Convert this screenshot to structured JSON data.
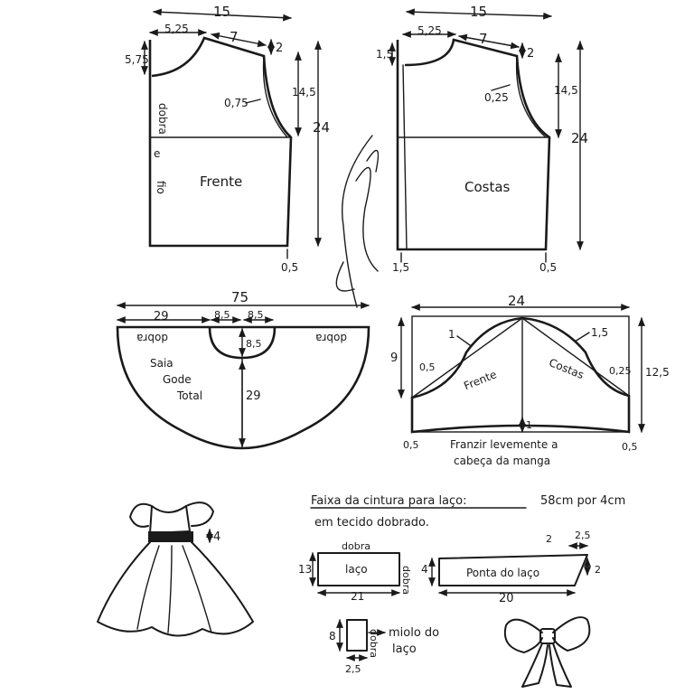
{
  "front_bodice": {
    "label": "Frente",
    "fold_label": "dobra",
    "grain_label_1": "e",
    "grain_label_2": "fio",
    "width": "15",
    "neck_width": "5,25",
    "shoulder": "7",
    "shoulder_drop": "2",
    "neck_depth": "5,75",
    "armhole_depth": "14,5",
    "total_length": "24",
    "armhole_curve": "0,75",
    "side_extra": "0,5"
  },
  "back_bodice": {
    "label": "Costas",
    "width": "15",
    "neck_width": "5,25",
    "shoulder": "7",
    "shoulder_drop": "2",
    "neck_depth": "1,5",
    "armhole_depth": "14,5",
    "total_length": "24",
    "armhole_curve": "0,25",
    "center_extra": "1,5",
    "side_extra": "0,5"
  },
  "skirt": {
    "label_line1": "Saia",
    "label_line2": "Gode",
    "label_line3": "Total",
    "total_width": "75",
    "left_width": "29",
    "waist_left": "8,5",
    "waist_right": "8,5",
    "waist_depth": "8,5",
    "length": "29",
    "fold_left": "dobra",
    "fold_right": "dobra"
  },
  "sleeve": {
    "width": "24",
    "cap_height": "9",
    "length": "12,5",
    "front_label": "Frente",
    "back_label": "Costas",
    "front_curve": "1",
    "back_curve": "1,5",
    "front_small": "0,5",
    "back_small": "0,25",
    "hem_rise": "1",
    "hem_left": "0,5",
    "hem_right": "0,5",
    "note_line1": "Franzir levemente a",
    "note_line2": "cabeça da manga"
  },
  "waistband": {
    "title": "Faixa da cintura para laço:",
    "size": "58cm por 4cm",
    "line2": "em tecido dobrado.",
    "dress_band_height": "4"
  },
  "bow": {
    "label": "laço",
    "fold_top": "dobra",
    "fold_side": "dobra",
    "height": "13",
    "width": "21"
  },
  "bow_tail": {
    "label": "Ponta do laço",
    "height": "4",
    "length": "20",
    "top_a": "2",
    "top_b": "2,5",
    "end": "2"
  },
  "bow_center": {
    "label_line1": "miolo do",
    "label_line2": "laço",
    "fold": "dobra",
    "height": "8",
    "width": "2,5"
  },
  "colors": {
    "ink": "#1a1a1a",
    "paper": "#ffffff"
  }
}
